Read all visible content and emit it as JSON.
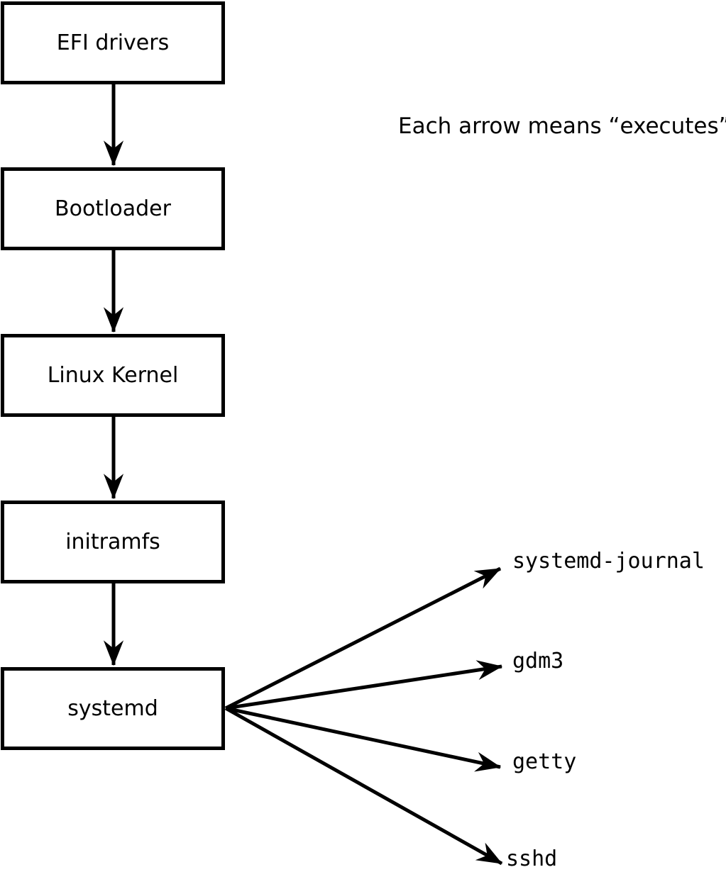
{
  "diagram": {
    "note": "Each arrow means “executes”.",
    "arrow_meaning": "executes",
    "colors": {
      "stroke": "#000000",
      "box_fill": "#ffffff",
      "background": "#ffffff"
    },
    "chain": [
      {
        "label": "EFI drivers"
      },
      {
        "label": "Bootloader"
      },
      {
        "label": "Linux Kernel"
      },
      {
        "label": "initramfs"
      },
      {
        "label": "systemd"
      }
    ],
    "spawned": [
      {
        "label": "systemd-journal"
      },
      {
        "label": "gdm3"
      },
      {
        "label": "getty"
      },
      {
        "label": "sshd"
      }
    ]
  }
}
